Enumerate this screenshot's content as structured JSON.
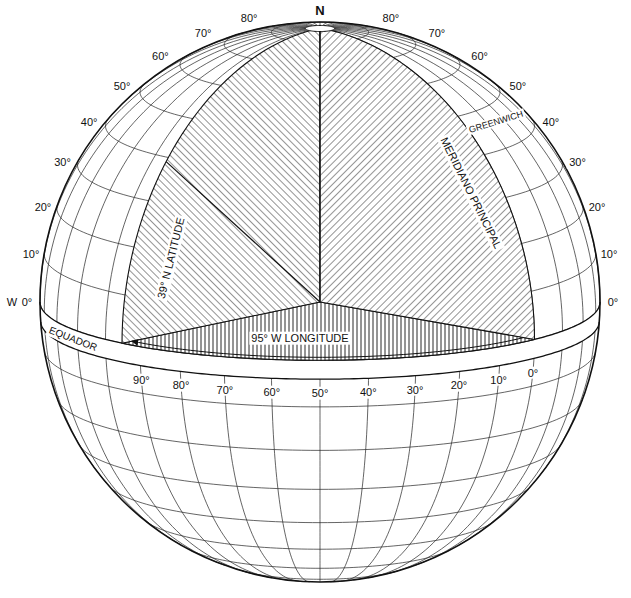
{
  "diagram": {
    "labels": [
      "N",
      "80°",
      "70°",
      "60°",
      "50°",
      "40°",
      "30°",
      "20°",
      "10°",
      "W",
      "0°",
      "80°",
      "70°",
      "60°",
      "50°",
      "GREENWICH",
      "40°",
      "30°",
      "20°",
      "10°",
      "0°",
      "MERIDIANO PRINCIPAL",
      "39° N LATITUDE",
      "95° W LONGITUDE",
      "EQUADOR",
      "90°",
      "80°",
      "70°",
      "60°",
      "50°",
      "40°",
      "30°",
      "20°",
      "10°",
      "0°"
    ]
  }
}
